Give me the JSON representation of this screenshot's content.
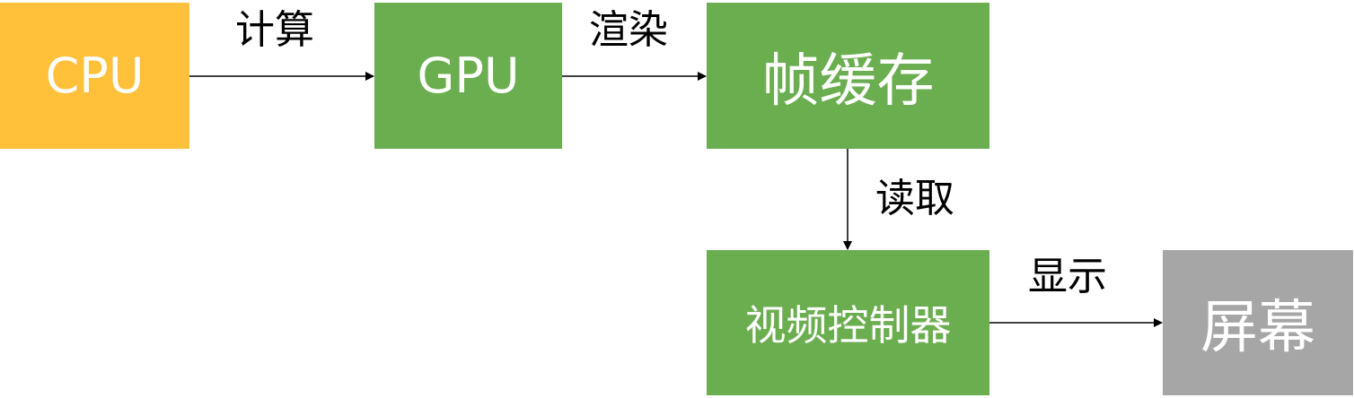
{
  "nodes": {
    "cpu": {
      "label": "CPU",
      "color": "#FFC03A"
    },
    "gpu": {
      "label": "GPU",
      "color": "#6BAE50"
    },
    "frame_buffer": {
      "label": "帧缓存",
      "color": "#6BAE50"
    },
    "video_controller": {
      "label": "视频控制器",
      "color": "#6BAE50"
    },
    "screen": {
      "label": "屏幕",
      "color": "#A6A6A6"
    }
  },
  "edges": {
    "cpu_to_gpu": {
      "label": "计算"
    },
    "gpu_to_frame_buffer": {
      "label": "渲染"
    },
    "frame_buffer_to_video_controller": {
      "label": "读取"
    },
    "video_controller_to_screen": {
      "label": "显示"
    }
  }
}
